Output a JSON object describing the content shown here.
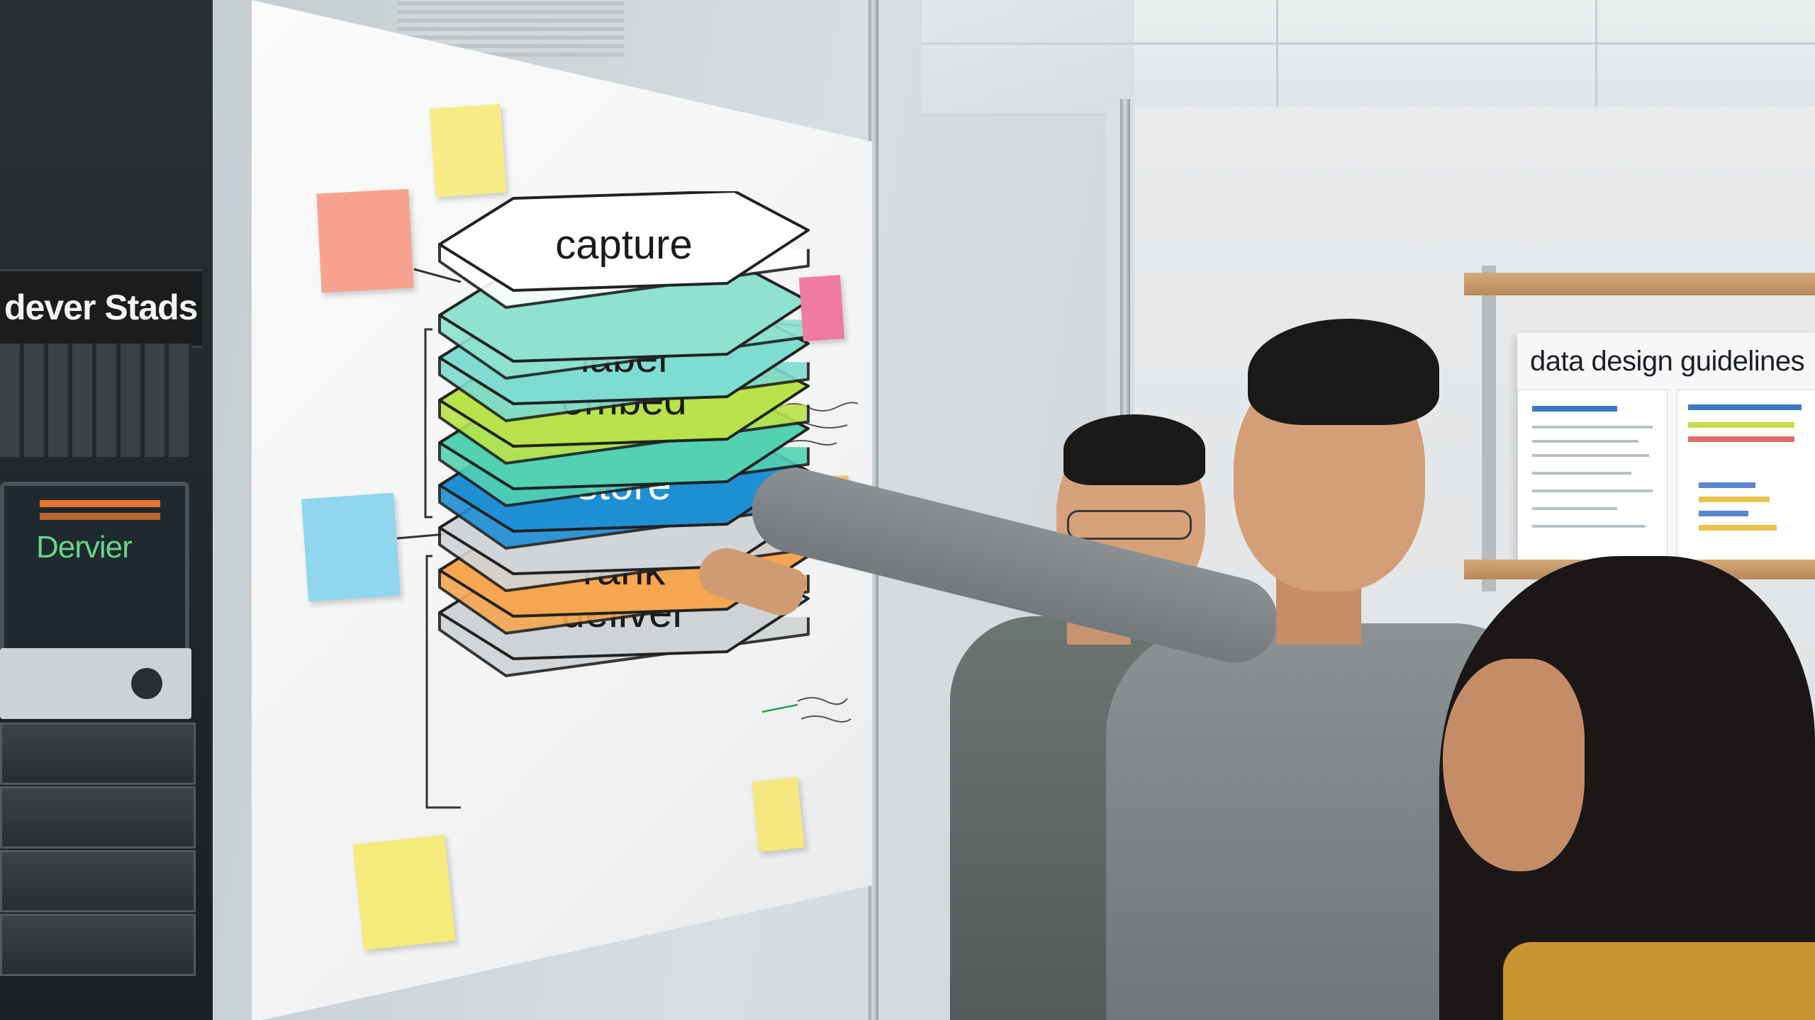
{
  "scene": {
    "rack_sign": "dever Stads",
    "rack_screen_label": "Dervier",
    "poster_title": "data design guidelines"
  },
  "diagram": {
    "layers": [
      {
        "label": "capture",
        "color": "#ffffff",
        "text_color": "#1a1a1a"
      },
      {
        "label": "",
        "color": "#8ee2cf",
        "text_color": "#1a1a1a"
      },
      {
        "label": "label",
        "color": "#7edcd0",
        "text_color": "#1a1a1a"
      },
      {
        "label": "embed",
        "color": "#b8e34a",
        "text_color": "#1a1a1a"
      },
      {
        "label": "",
        "color": "#52d1b3",
        "text_color": "#1a1a1a"
      },
      {
        "label": "store",
        "color": "#1f8fd4",
        "text_color": "#ffffff"
      },
      {
        "label": "",
        "color": "#d2d5d7",
        "text_color": "#1a1a1a"
      },
      {
        "label": "rank",
        "color": "#f6a650",
        "text_color": "#1a1a1a"
      },
      {
        "label": "deliver",
        "color": "#d0d3d5",
        "text_color": "#1a1a1a"
      }
    ]
  },
  "colors": {
    "sticky_yellow": "#f7ec86",
    "sticky_pink": "#f7a38f",
    "sticky_magenta": "#f07aa2",
    "sticky_blue": "#8fd6ee",
    "sticky_orange": "#f6c766"
  }
}
